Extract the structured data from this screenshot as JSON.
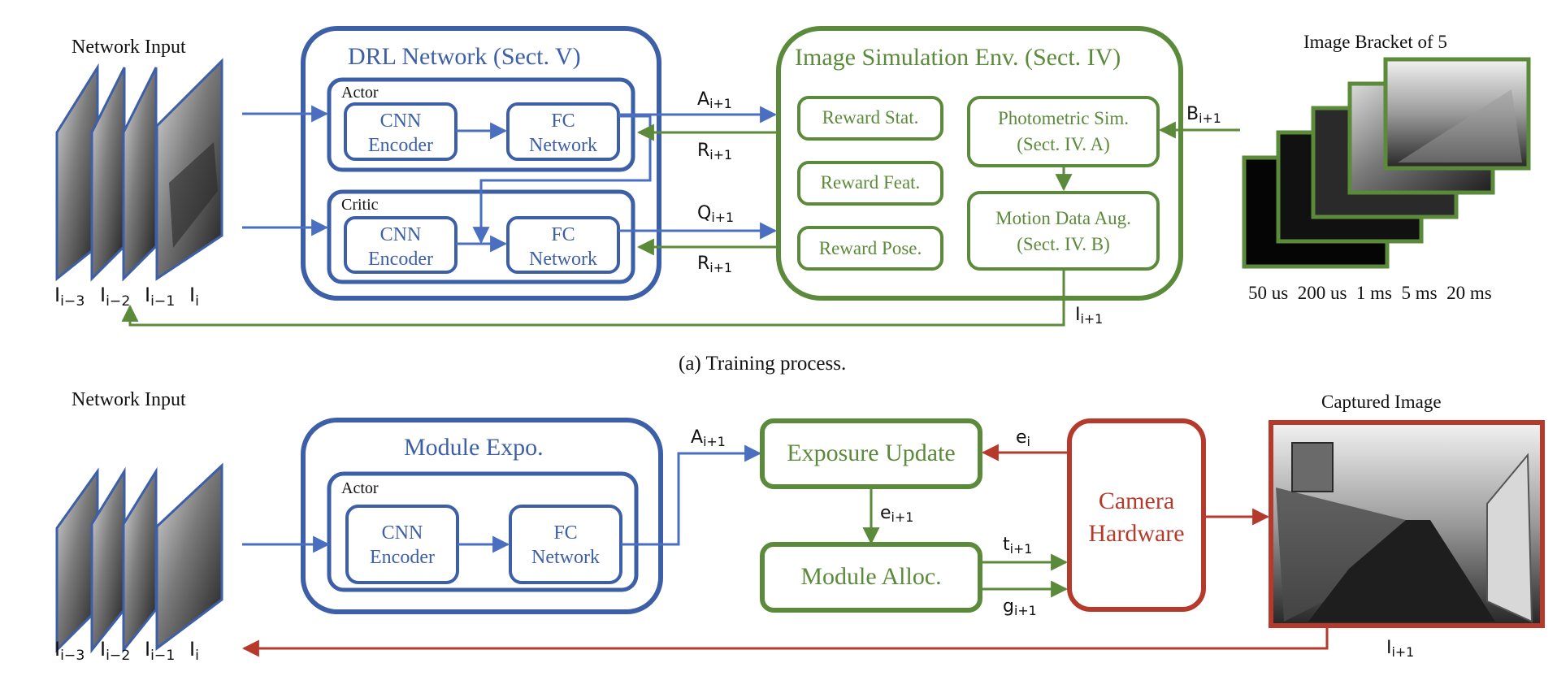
{
  "top": {
    "network_input_label": "Network Input",
    "frame_labels": [
      {
        "base": "I",
        "sub": "i−3"
      },
      {
        "base": "I",
        "sub": "i−2"
      },
      {
        "base": "I",
        "sub": "i−1"
      },
      {
        "base": "I",
        "sub": "i"
      }
    ],
    "drl": {
      "title": "DRL Network (Sect. V)",
      "actor": {
        "label": "Actor",
        "cnn": [
          "CNN",
          "Encoder"
        ],
        "fc": [
          "FC",
          "Network"
        ]
      },
      "critic": {
        "label": "Critic",
        "cnn": [
          "CNN",
          "Encoder"
        ],
        "fc": [
          "FC",
          "Network"
        ]
      }
    },
    "signals": {
      "a": {
        "base": "A",
        "sub": "i+1"
      },
      "r1": {
        "base": "R",
        "sub": "i+1"
      },
      "q": {
        "base": "Q",
        "sub": "i+1"
      },
      "r2": {
        "base": "R",
        "sub": "i+1"
      },
      "b": {
        "base": "B",
        "sub": "i+1"
      },
      "i_out": {
        "base": "I",
        "sub": "i+1"
      }
    },
    "env": {
      "title": "Image Simulation Env. (Sect. IV)",
      "reward_stat": "Reward Stat.",
      "reward_feat": "Reward Feat.",
      "reward_pose": "Reward Pose.",
      "photometric": [
        "Photometric Sim.",
        "(Sect. IV. A)"
      ],
      "motion": [
        "Motion Data Aug.",
        "(Sect. IV. B)"
      ]
    },
    "bracket": {
      "title": "Image Bracket of 5",
      "exposures": "50 us  200 us  1 ms  5 ms  20 ms"
    },
    "caption": "(a) Training process."
  },
  "bottom": {
    "network_input_label": "Network Input",
    "frame_labels": [
      {
        "base": "I",
        "sub": "i−3"
      },
      {
        "base": "I",
        "sub": "i−2"
      },
      {
        "base": "I",
        "sub": "i−1"
      },
      {
        "base": "I",
        "sub": "i"
      }
    ],
    "module": {
      "title": "Module Expo.",
      "actor": {
        "label": "Actor",
        "cnn": [
          "CNN",
          "Encoder"
        ],
        "fc": [
          "FC",
          "Network"
        ]
      }
    },
    "signals": {
      "a": {
        "base": "A",
        "sub": "i+1"
      },
      "e_i": {
        "base": "e",
        "sub": "i"
      },
      "e_next": {
        "base": "e",
        "sub": "i+1"
      },
      "t": {
        "base": "t",
        "sub": "i+1"
      },
      "g": {
        "base": "g",
        "sub": "i+1"
      },
      "i_out": {
        "base": "I",
        "sub": "i+1"
      }
    },
    "exposure_update": "Exposure Update",
    "module_alloc": "Module Alloc.",
    "camera": [
      "Camera",
      "Hardware"
    ],
    "captured_title": "Captured Image"
  },
  "colors": {
    "blue": "#3d5fa8",
    "green": "#5a8a3a",
    "red": "#b53a2b"
  }
}
